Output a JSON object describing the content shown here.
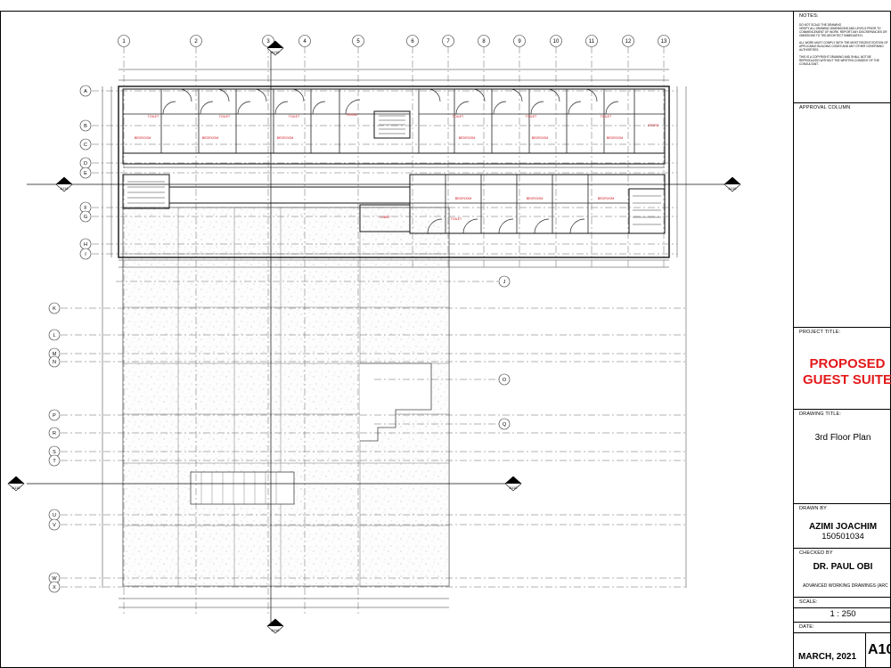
{
  "title_block": {
    "notes_label": "NOTES:",
    "notes_text": "DO NOT SCALE THE DRAWING\nVERIFY ALL DRAWING DIMENSIONS AND LEVELS PRIOR TO COMMENCEMENT OF WORK. REPORT ANY DISCREPANCIES OR OMISSIONS TO THE ARCHITECT IMMEDIATELY.\n\nALL WORK MUST COMPLY WITH THE MOST RECENT EDITION OF APPLICABLE BUILDING CODES AND ANY OTHER GOVERNING AUTHORITIES.\n\nTHIS IS A COPYRIGHT DRAWING AND SHALL NOT BE REPRODUCED WITHOUT THE WRITTEN CONSENT OF THE CONSULTANT.",
    "approval_label": "APPROVAL COLUMN",
    "project_title_label": "PROJECT TITLE:",
    "project_title_line1": "PROPOSED",
    "project_title_line2": "GUEST SUITE",
    "drawing_title_label": "DRAWING TITLE:",
    "drawing_title": "3rd Floor Plan",
    "drawn_by_label": "DRAWN BY",
    "drawn_by_name": "AZIMI JOACHIM",
    "drawn_by_id": "150501034",
    "checked_by_label": "CHECKED BY",
    "checked_by_name": "DR. PAUL OBI",
    "course": "ADVANCED WORKING DRAWINGS (ARC",
    "scale_label": "SCALE:",
    "scale": "1 : 250",
    "date_label": "DATE:",
    "date": "MARCH, 2021",
    "sheet_no": "A10"
  },
  "plan": {
    "col_grid": [
      "1",
      "2",
      "3",
      "4",
      "5",
      "6",
      "7",
      "8",
      "9",
      "10",
      "11",
      "12",
      "13"
    ],
    "row_grid": [
      "A",
      "B",
      "C",
      "D",
      "E",
      "F",
      "G",
      "H",
      "I",
      "J",
      "K",
      "L",
      "M",
      "N",
      "O",
      "P",
      "Q",
      "R",
      "S",
      "T",
      "U",
      "V",
      "W",
      "X"
    ],
    "section_tag": "A110",
    "room_labels": [
      "BEDROOM",
      "TOILET",
      "ROOM",
      "STORE",
      "STAIRS",
      "LOBBY",
      "SHAFT"
    ]
  },
  "colors": {
    "line": "#000000",
    "grid": "#555555",
    "room_label": "#d0121b",
    "hatch": "#8a8a8a",
    "title": "#e3191b"
  }
}
